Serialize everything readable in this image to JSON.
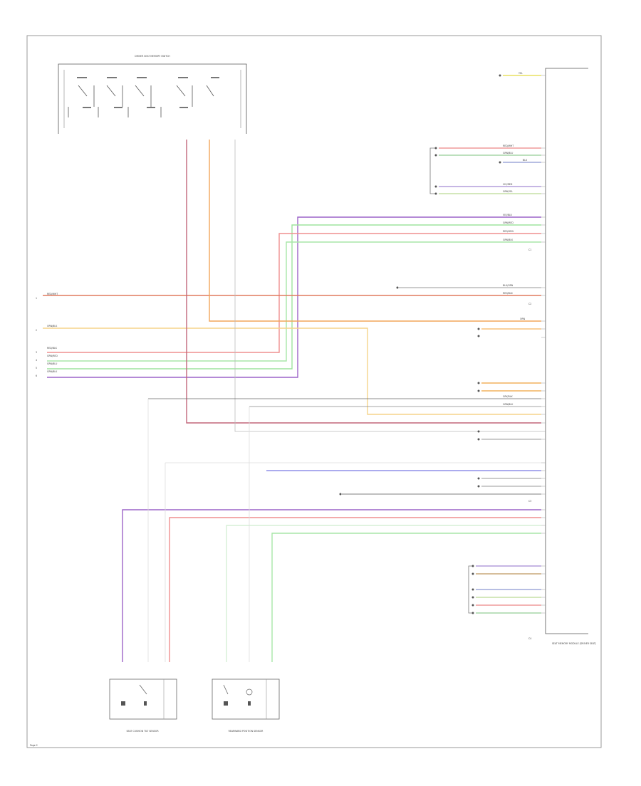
{
  "diagram": {
    "top_switch_group_label": "DRIVER SEAT MEMORY SWITCH",
    "module_label": "SEAT MEMORY MODULE (DRIVER SEAT)",
    "left_terminal_labels": [
      "1",
      "2",
      "3",
      "4",
      "5",
      "6"
    ],
    "left_wire_codes": [
      "RED/WHT",
      "ORN/BLK",
      "RED/BLK",
      "GRN/RED",
      "GRN/BLU",
      "GRN/BLK"
    ],
    "right_wire_codes": [
      "YEL",
      "RED/WHT",
      "GRN/BLU",
      "BLU",
      "VIO/RED",
      "GRN/YEL",
      "VIO/BLU",
      "GRN/RED",
      "RED/GRN",
      "GRN/BLK",
      "BLU/GRN",
      "RED/BLK",
      "ORN",
      "GRY/BLK",
      "GRN/BLK"
    ],
    "connector_ids": [
      "C1",
      "C2",
      "C3",
      "C4"
    ],
    "bottom_left_box_label": "SEAT CUSHION TILT SENSOR",
    "bottom_right_box_label": "REARWARD POSITION SENSOR",
    "page_label": "Page 2"
  }
}
